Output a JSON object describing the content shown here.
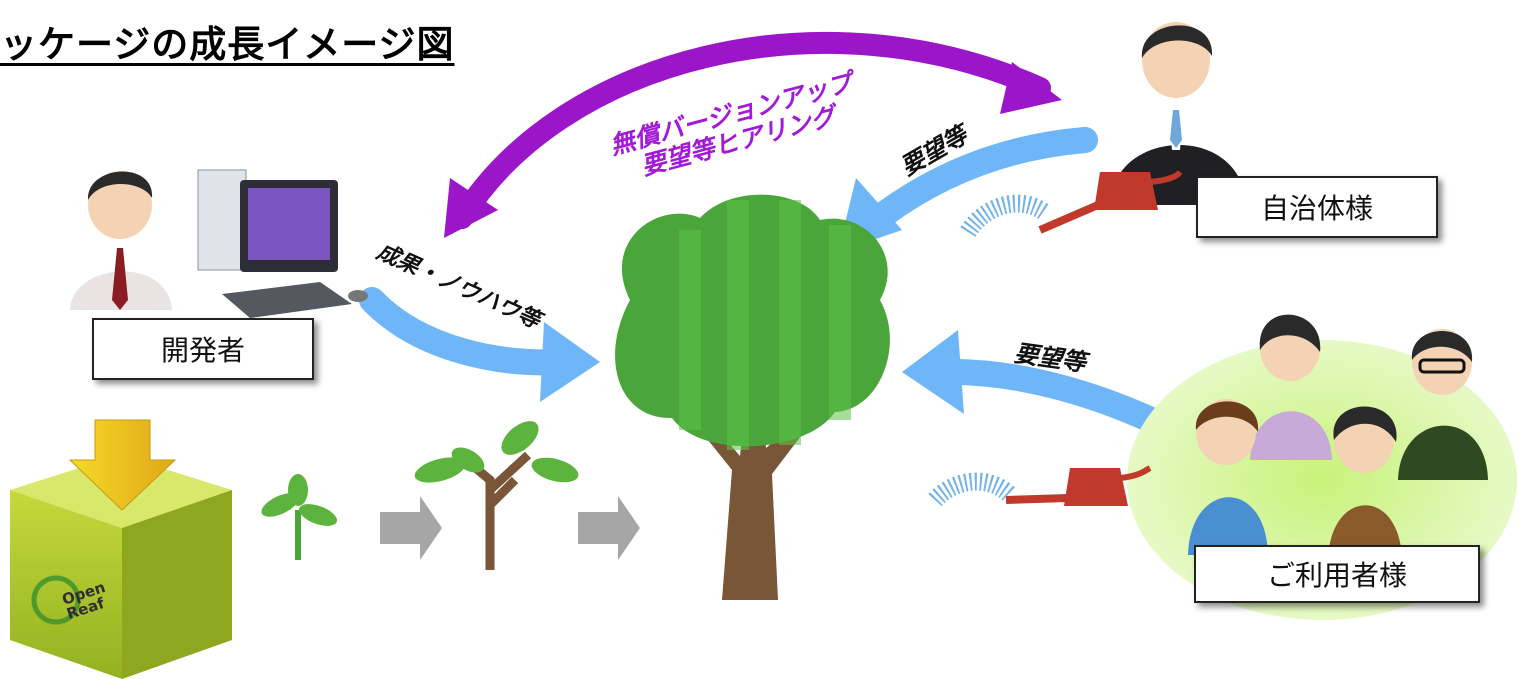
{
  "title": "ッケージの成長イメージ図",
  "labels": {
    "developer": "開発者",
    "municipality": "自治体様",
    "users": "ご利用者様"
  },
  "arrow_labels": {
    "feedback_line1": "無償バージョンアップ",
    "feedback_line2": "要望等ヒアリング",
    "municipality_request": "要望等",
    "users_request": "要望等",
    "developer_contribution": "成果・ノウハウ等"
  },
  "logo": {
    "line1": "Open",
    "line2": "Reaf"
  },
  "colors": {
    "purple_arrow": "#9b16c9",
    "blue_arrow": "#6fb6f8",
    "gray_arrow": "#a6a6a6",
    "tree_green": "#4aa63a",
    "trunk_brown": "#7a5638",
    "box_green": "#a8c42a"
  }
}
